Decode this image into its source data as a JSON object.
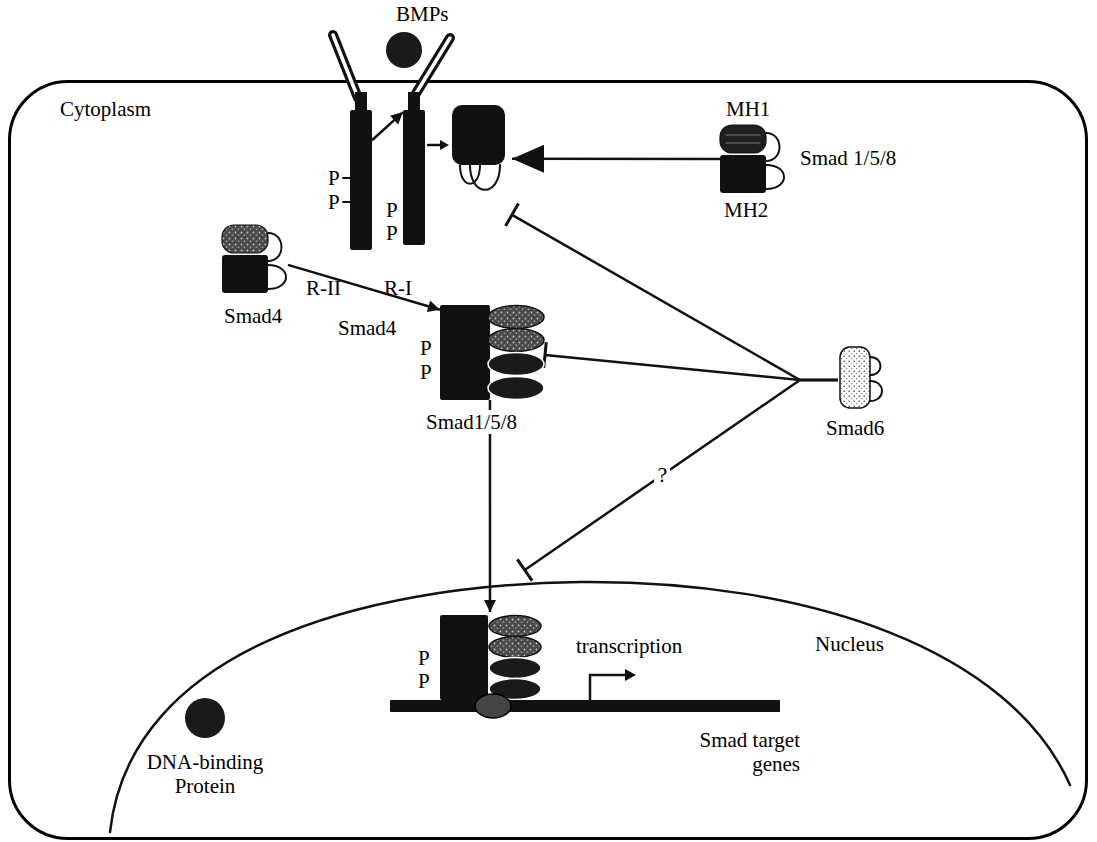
{
  "diagram": {
    "nodes": [
      {
        "text": [
          "Cytoplasm"
        ]
      },
      {
        "text": [
          "BMPs"
        ]
      },
      {
        "text": [
          "P",
          "P",
          "R-II"
        ]
      },
      {
        "text": [
          "P",
          "P",
          "R-I"
        ]
      },
      {
        "text": [
          "MH1",
          "Smad 1/5/8",
          "MH2"
        ],
        "in": 0
      },
      {
        "text": [
          "Smad4"
        ],
        "in": 0
      },
      {
        "text": [
          "Smad4",
          "P",
          "P",
          "Smad1/5/8"
        ],
        "in": 0
      },
      {
        "text": [
          "Smad6"
        ],
        "in": 0
      },
      {
        "text": [
          "Nucleus"
        ],
        "in": 0
      },
      {
        "text": [
          "P",
          "P",
          "transcription",
          "Smad target genes"
        ],
        "in": 8
      },
      {
        "text": [
          "DNA-binding Protein"
        ],
        "in": 8
      }
    ],
    "edges": [
      {
        "from": 2,
        "to": 3,
        "arrow": "to"
      },
      {
        "from": 4,
        "to": 3,
        "arrow": "to"
      },
      {
        "from": 5,
        "to": 6,
        "arrow": "to"
      },
      {
        "from": 6,
        "to": 9,
        "arrow": "to"
      },
      {
        "from": 7,
        "to": 3,
        "arrow": "to"
      },
      {
        "from": 7,
        "to": 6,
        "arrow": "to"
      },
      {
        "from": 7,
        "to": 8,
        "arrow": "to",
        "label": "?"
      }
    ]
  }
}
